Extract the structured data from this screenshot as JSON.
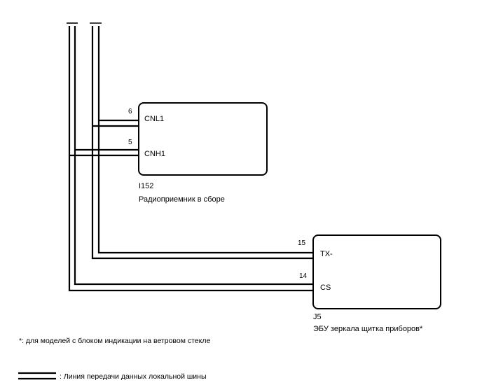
{
  "components": [
    {
      "id": "I152",
      "name": "Радиоприемник в сборе",
      "pins": [
        {
          "number": "6",
          "signal": "CNL1"
        },
        {
          "number": "5",
          "signal": "CNH1"
        }
      ]
    },
    {
      "id": "J5",
      "name": "ЭБУ зеркала щитка приборов*",
      "pins": [
        {
          "number": "15",
          "signal": "TX-"
        },
        {
          "number": "14",
          "signal": "CS"
        }
      ]
    }
  ],
  "footnote": "*: для моделей с блоком индикации на ветровом стекле",
  "legend": {
    "label": ": Линия передачи данных локальной шины"
  },
  "colors": {
    "line": "#000000",
    "background": "#ffffff"
  }
}
